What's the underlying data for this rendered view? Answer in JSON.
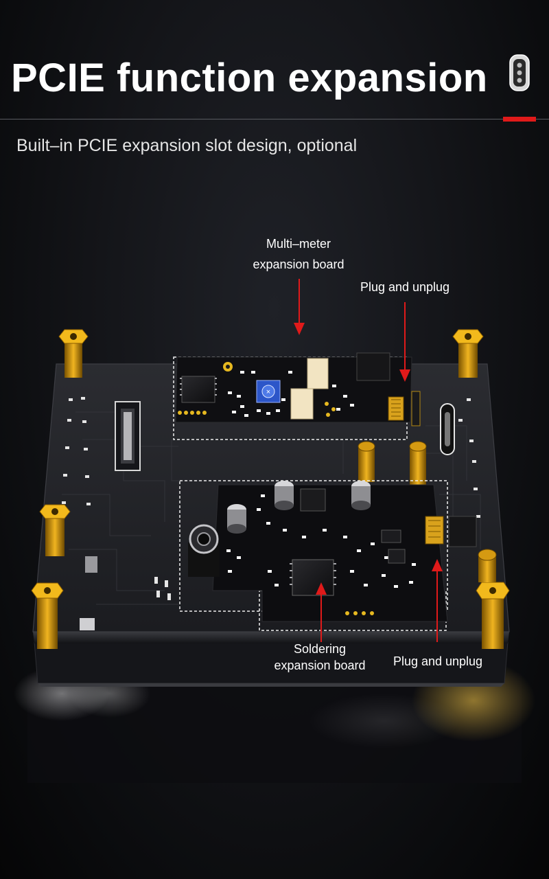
{
  "header": {
    "title": "PCIE function expansion",
    "logo_icon": "car-key-icon",
    "accent_color": "#e01a1a"
  },
  "subtitle": "Built–in PCIE expansion slot design, optional",
  "callouts": {
    "multimeter_line1": "Multi–meter",
    "multimeter_line2": "expansion board",
    "plug_top": "Plug and unplug",
    "soldering_line1": "Soldering",
    "soldering_line2": "expansion board",
    "plug_bottom": "Plug and unplug",
    "arrow_color": "#e01a1a"
  },
  "image": {
    "subject": "circuit-board-icon"
  }
}
